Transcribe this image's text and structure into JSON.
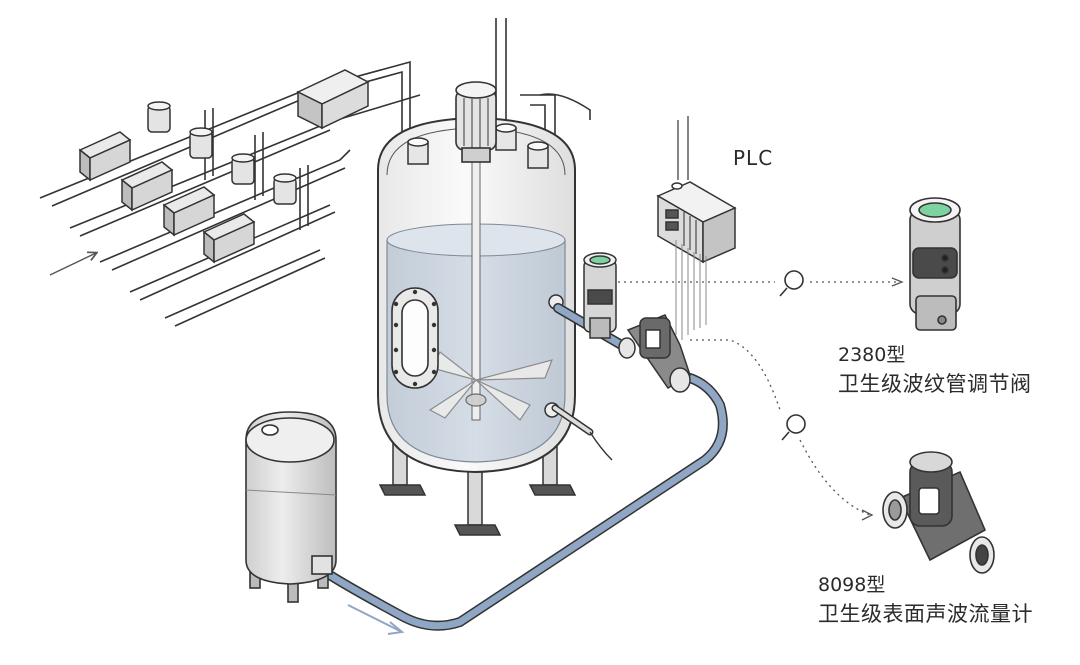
{
  "labels": {
    "plc": "PLC",
    "valve_model": "2380型",
    "valve_desc": "卫生级波纹管调节阀",
    "flowmeter_model": "8098型",
    "flowmeter_desc": "卫生级表面声波流量计"
  },
  "colors": {
    "line": "#333333",
    "liquid": "#c9d3dd",
    "process_pipe": "#8fa7c4",
    "tank_fill": "#f4f4f4",
    "device_dark": "#4a4a4a",
    "device_mid": "#8a8a8a",
    "lens": "#ffffff",
    "dotted": "#555555"
  },
  "icons": [
    "magnifier-icon",
    "flow-arrow-icon"
  ]
}
